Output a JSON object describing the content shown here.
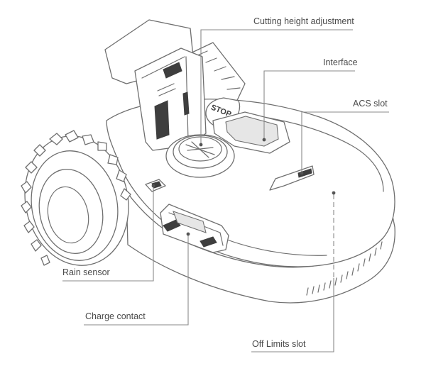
{
  "diagram": {
    "labels": {
      "cutting_height_adjustment": "Cutting height adjustment",
      "interface": "Interface",
      "acs_slot": "ACS slot",
      "rain_sensor": "Rain sensor",
      "charge_contact": "Charge contact",
      "off_limits_slot": "Off Limits slot"
    },
    "stop_button_text": "STOP",
    "colors": {
      "line": "#6f6f6f",
      "leader": "#8a8a8a",
      "text": "#4a4a4a",
      "dark": "#3e3e3e"
    }
  }
}
